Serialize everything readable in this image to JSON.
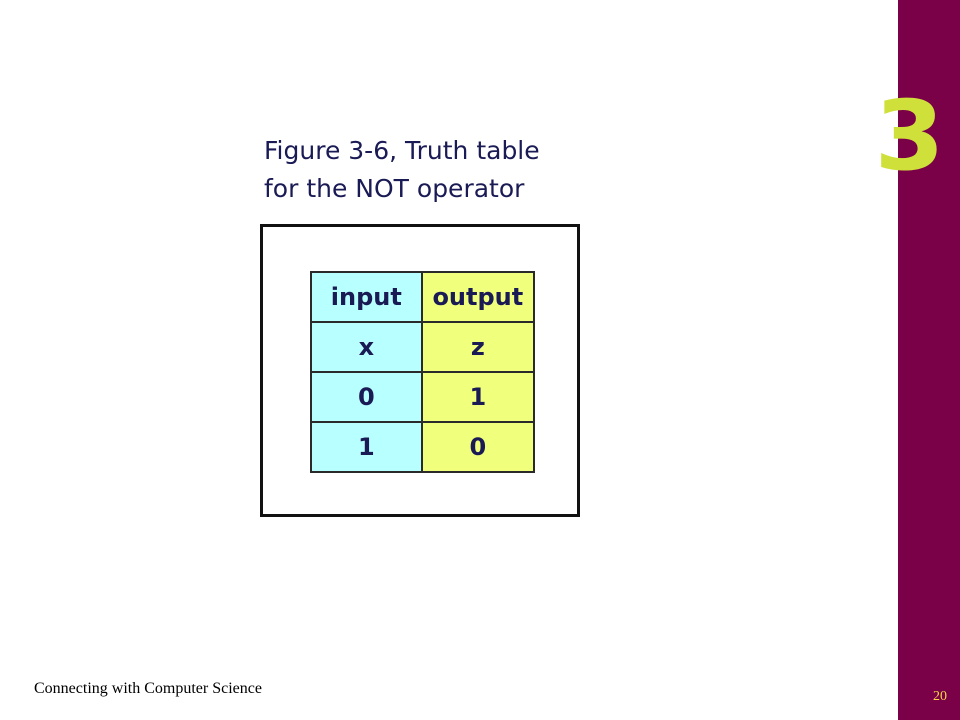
{
  "slide": {
    "chapter_number": "3",
    "caption_line_1": "Figure 3-6, Truth table",
    "caption_line_2": "for the NOT operator",
    "footer": "Connecting with Computer Science",
    "slide_number": "20"
  },
  "truth_table": {
    "header": [
      "input",
      "output"
    ],
    "rows": [
      [
        "x",
        "z"
      ],
      [
        "0",
        "1"
      ],
      [
        "1",
        "0"
      ]
    ]
  },
  "colors": {
    "side_bar": "#7a0048",
    "chapter_number": "#cfe03a",
    "input_column": "#b8ffff",
    "output_column": "#f0ff7c",
    "caption_text": "#1a1a55"
  }
}
